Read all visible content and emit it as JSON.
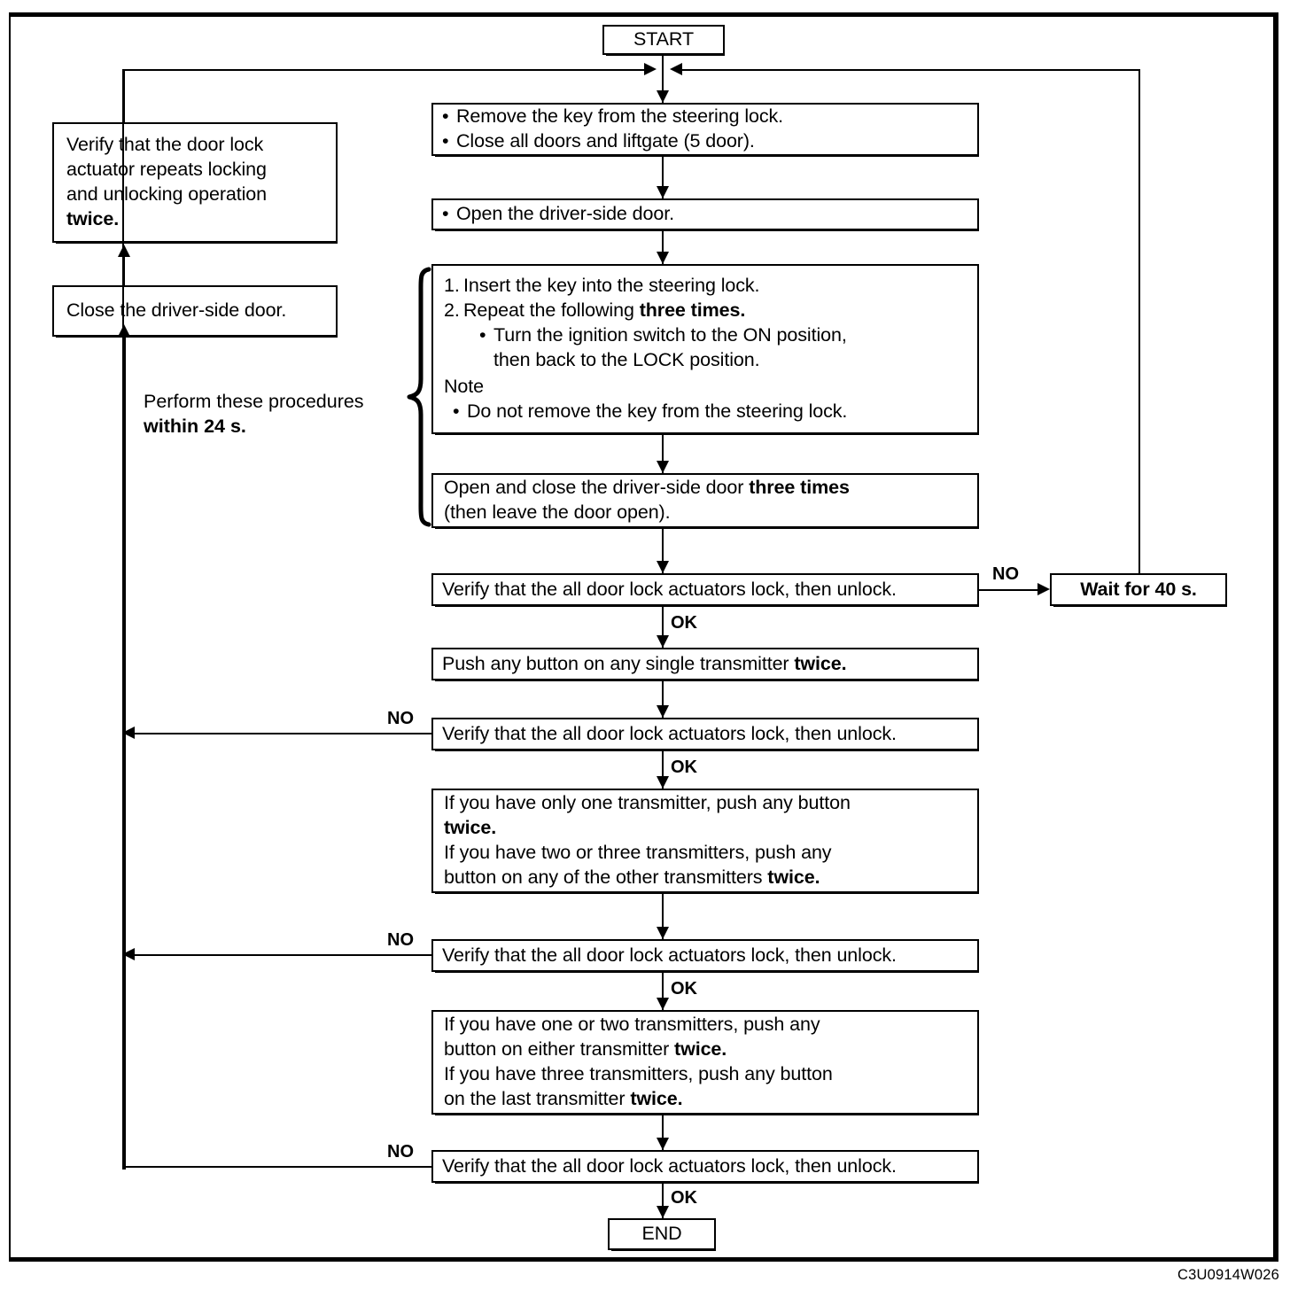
{
  "diagram": {
    "title": "Keyless entry transmitter code registration flowchart",
    "reference_code": "C3U0914W026",
    "nodes": {
      "start": {
        "label": "START"
      },
      "end": {
        "label": "END"
      },
      "prep": {
        "lines": [
          "Remove the key from  the steering lock.",
          "Close all doors and liftgate (5 door)."
        ]
      },
      "open_door": {
        "lines": [
          "Open the driver-side door."
        ]
      },
      "key_steps": {
        "step1": "Insert the key into the steering lock.",
        "step2_pre": "Repeat the following ",
        "step2_bold": "three times.",
        "sub1_a": "Turn the ignition switch to the ON position,",
        "sub1_b": "then back to the LOCK position.",
        "note_title": "Note",
        "note_bullet": "Do not remove the key from the steering lock."
      },
      "open_close_door": {
        "line1_pre": "Open and close the driver-side door ",
        "line1_bold": "three times",
        "line2": "(then leave the door open)."
      },
      "verify1": {
        "label": "Verify that the all door lock actuators lock, then unlock."
      },
      "verify2": {
        "label": "Verify that the all door lock actuators lock, then unlock."
      },
      "verify3": {
        "label": "Verify that the all door lock actuators lock, then unlock."
      },
      "verify4": {
        "label": "Verify that the all door lock actuators lock, then unlock."
      },
      "wait40": {
        "label": "Wait for 40 s."
      },
      "push_single": {
        "pre": "Push any button on any single transmitter ",
        "bold": "twice."
      },
      "transmitter_a": {
        "l1": "If you have only one transmitter, push any button",
        "l2_bold": "twice.",
        "l3": "If you have two or three transmitters, push any",
        "l4_pre": "button on any of the other transmitters ",
        "l4_bold": "twice."
      },
      "transmitter_b": {
        "l1": "If you have one or two transmitters, push any",
        "l2_pre": "button on either transmitter ",
        "l2_bold": "twice.",
        "l3": "If you have three transmitters, push any button",
        "l4_pre": "on the last transmitter ",
        "l4_bold": "twice."
      },
      "verify_repeat": {
        "l1": "Verify that the door lock",
        "l2": "actuator repeats locking",
        "l3": "and unlocking operation",
        "l4_bold": "twice."
      },
      "close_door": {
        "label": "Close the driver-side door."
      }
    },
    "annotations": {
      "within_time_l1": "Perform these procedures",
      "within_time_l2_bold": "within 24 s."
    },
    "edge_labels": {
      "ok_1": "OK",
      "ok_2": "OK",
      "ok_3": "OK",
      "ok_4": "OK",
      "no_1": "NO",
      "no_2": "NO",
      "no_3": "NO",
      "no_4": "NO"
    },
    "colors": {
      "stroke": "#000000",
      "background": "#ffffff"
    }
  }
}
